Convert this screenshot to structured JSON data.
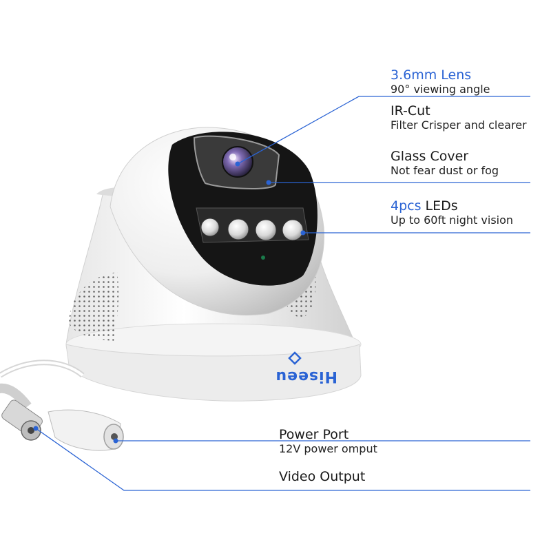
{
  "callouts": {
    "lens": {
      "title": "3.6mm Lens",
      "sub": "90° viewing angle"
    },
    "ircut": {
      "title": "IR-Cut",
      "sub": "Filter Crisper and clearer"
    },
    "glass": {
      "title": "Glass Cover",
      "sub": "Not fear dust or fog"
    },
    "leds": {
      "title_accent": "4pcs",
      "title_rest": " LEDs",
      "sub": "Up to 60ft night vision"
    },
    "power": {
      "title": "Power Port",
      "sub": "12V power omput"
    },
    "video": {
      "title": "Video Output"
    }
  },
  "brand": {
    "logo": "Hiseeu"
  },
  "colors": {
    "accent": "#2a63d4",
    "line": "#2a63d4",
    "body": "#f2f2f2"
  }
}
